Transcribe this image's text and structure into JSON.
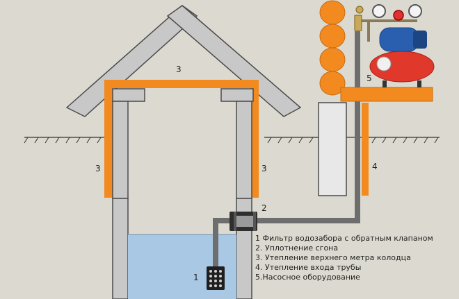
{
  "diagram": {
    "labels": {
      "filter": "1",
      "seal": "2",
      "roof_insulation": "3",
      "left_insulation": "3",
      "right_insulation": "3",
      "pipe_insulation": "4",
      "pump": "5"
    },
    "legend": [
      "1 Фильтр водозабора с обратным клапаном",
      "2. Уплотнение сгона",
      "3. Утепление верхнего метра колодца",
      "4. Утепление входа трубы",
      "5.Насосное оборудование"
    ]
  },
  "colors": {
    "background": "#dcdad0",
    "wall": "#c8c8c8",
    "wall_stroke": "#4a4a4a",
    "insulation": "#f28a1f",
    "water": "#a9c8e4",
    "pipe": "#6e6e6e",
    "log": "#f28a1f",
    "pump_tank": "#e0392b",
    "pump_motor": "#2a5fb0"
  }
}
